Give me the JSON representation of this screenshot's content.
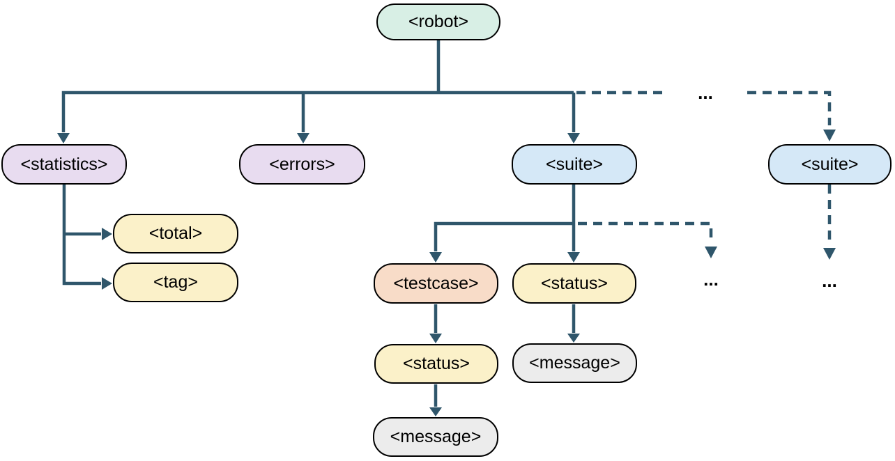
{
  "diagram": {
    "description": "Tree diagram of robot output XML element structure",
    "background": "#ffffff",
    "line_color": "#2f566b",
    "border_color": "#000000",
    "nodes": {
      "robot": {
        "label": "<robot>",
        "fill": "#d8efe5"
      },
      "statistics": {
        "label": "<statistics>",
        "fill": "#e8dcf0"
      },
      "errors": {
        "label": "<errors>",
        "fill": "#e8dcf0"
      },
      "suite": {
        "label": "<suite>",
        "fill": "#d5e8f7"
      },
      "suite_more": {
        "label": "<suite>",
        "fill": "#d5e8f7"
      },
      "total": {
        "label": "<total>",
        "fill": "#fbf1c9"
      },
      "tag": {
        "label": "<tag>",
        "fill": "#fbf1c9"
      },
      "testcase": {
        "label": "<testcase>",
        "fill": "#f8dcc8"
      },
      "suite_status": {
        "label": "<status>",
        "fill": "#fbf1c9"
      },
      "suite_message": {
        "label": "<message>",
        "fill": "#ececec"
      },
      "testcase_status": {
        "label": "<status>",
        "fill": "#fbf1c9"
      },
      "testcase_message": {
        "label": "<message>",
        "fill": "#ececec"
      }
    },
    "ellipsis": {
      "more_suites": "...",
      "more_suite_children": "...",
      "more_nested_suites": "..."
    }
  }
}
